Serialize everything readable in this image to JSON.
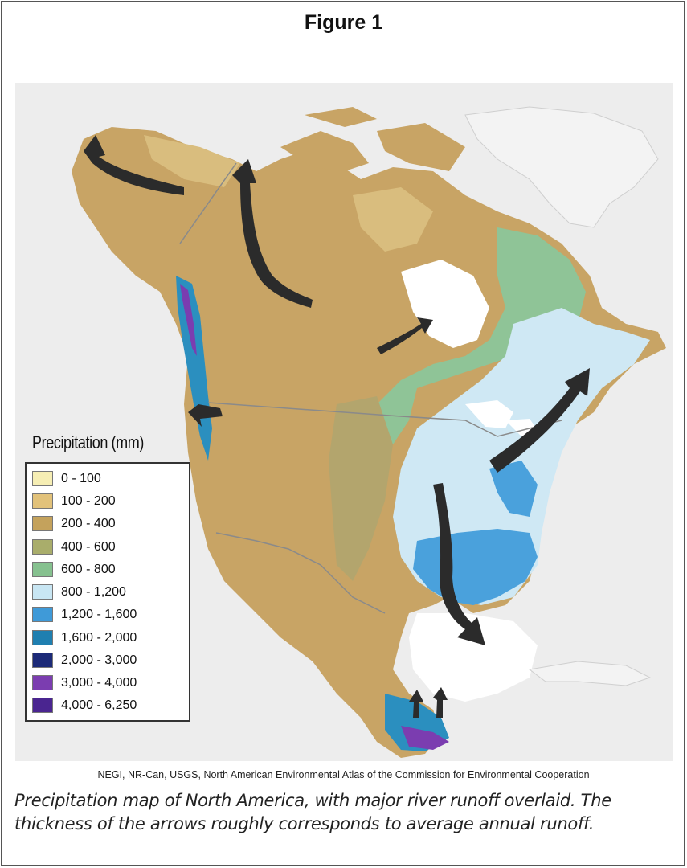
{
  "figure_title": "Figure 1",
  "legend": {
    "title": "Precipitation (mm)",
    "items": [
      {
        "label": "0 - 100",
        "color": "#f6eeb4"
      },
      {
        "label": "100 - 200",
        "color": "#e2c27a"
      },
      {
        "label": "200 - 400",
        "color": "#c4a25c"
      },
      {
        "label": "400 - 600",
        "color": "#a9ad6b"
      },
      {
        "label": "600 - 800",
        "color": "#86c18f"
      },
      {
        "label": "800 - 1,200",
        "color": "#c8e6f3"
      },
      {
        "label": "1,200 - 1,600",
        "color": "#3f9ad8"
      },
      {
        "label": "1,600 - 2,000",
        "color": "#1f7fb0"
      },
      {
        "label": "2,000 - 3,000",
        "color": "#1c2a78"
      },
      {
        "label": "3,000 - 4,000",
        "color": "#7b3db0"
      },
      {
        "label": "4,000 - 6,250",
        "color": "#4a2590"
      }
    ]
  },
  "map": {
    "subject": "North America",
    "colors": {
      "background": "#ededed",
      "ocean": "#ececec",
      "greenland": "#f3f3f3",
      "arid_tan": "#c8a465",
      "light_tan": "#d9bd7e",
      "steppe_olive": "#b3a56d",
      "moderate_green": "#8fc497",
      "humid_lightblue": "#cfe8f4",
      "wet_blue": "#4aa1dc",
      "teal": "#2b8fbf",
      "purple": "#7b3db0",
      "arrow": "#2b2b2b",
      "border_line": "#8a8a8a"
    }
  },
  "source": "NEGI, NR-Can, USGS, North American Environmental Atlas of the Commission for Environmental Cooperation",
  "caption": {
    "line1": "Precipitation map of North America, with major river runoff overlaid. The",
    "line2": "thickness of the arrows roughly corresponds to average annual runoff."
  }
}
